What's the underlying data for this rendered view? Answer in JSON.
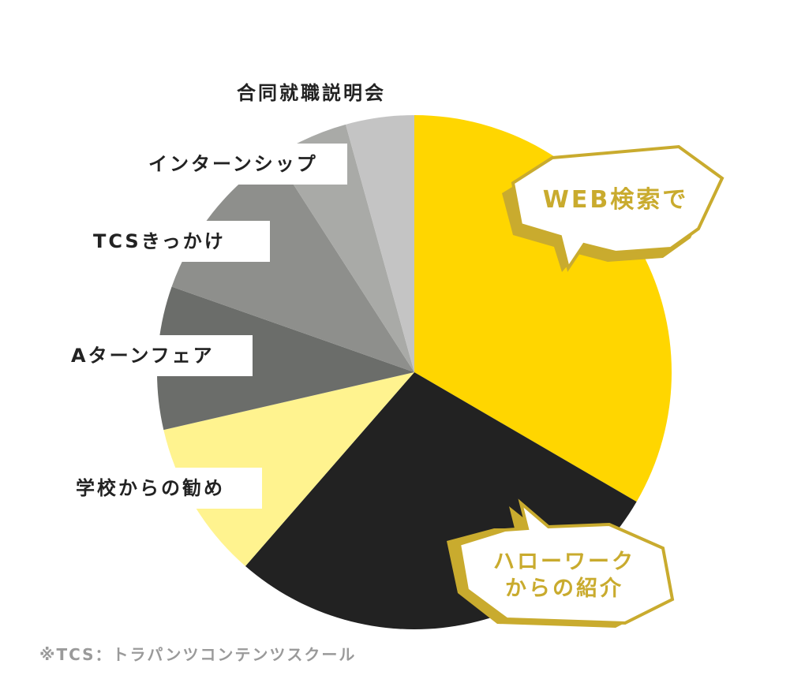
{
  "chart_data": {
    "type": "pie",
    "title": "",
    "start": "top",
    "direction": "clockwise",
    "categories": [
      "WEB検索で",
      "ハローワークからの紹介",
      "学校からの勧め",
      "Aターンフェア",
      "TCSきっかけ",
      "インターンシップ",
      "合同就職説明会"
    ],
    "values": [
      33.4,
      28,
      10,
      9,
      10.5,
      4.8,
      4.3
    ],
    "colors": [
      "#FFD600",
      "#222222",
      "#FFF38F",
      "#6B6D6A",
      "#8E8F8C",
      "#A9AAA7",
      "#C4C4C4"
    ]
  },
  "labels": {
    "web": "WEB検索で",
    "hello_line1": "ハローワーク",
    "hello_line2": "からの紹介",
    "school": "学校からの勧め",
    "aturn": "Aターンフェア",
    "tcs": "TCSきっかけ",
    "intern": "インターンシップ",
    "joint": "合同就職説明会"
  },
  "footnote": "※TCS：トラパンツコンテンツスクール",
  "accent": "#C9AB2E"
}
